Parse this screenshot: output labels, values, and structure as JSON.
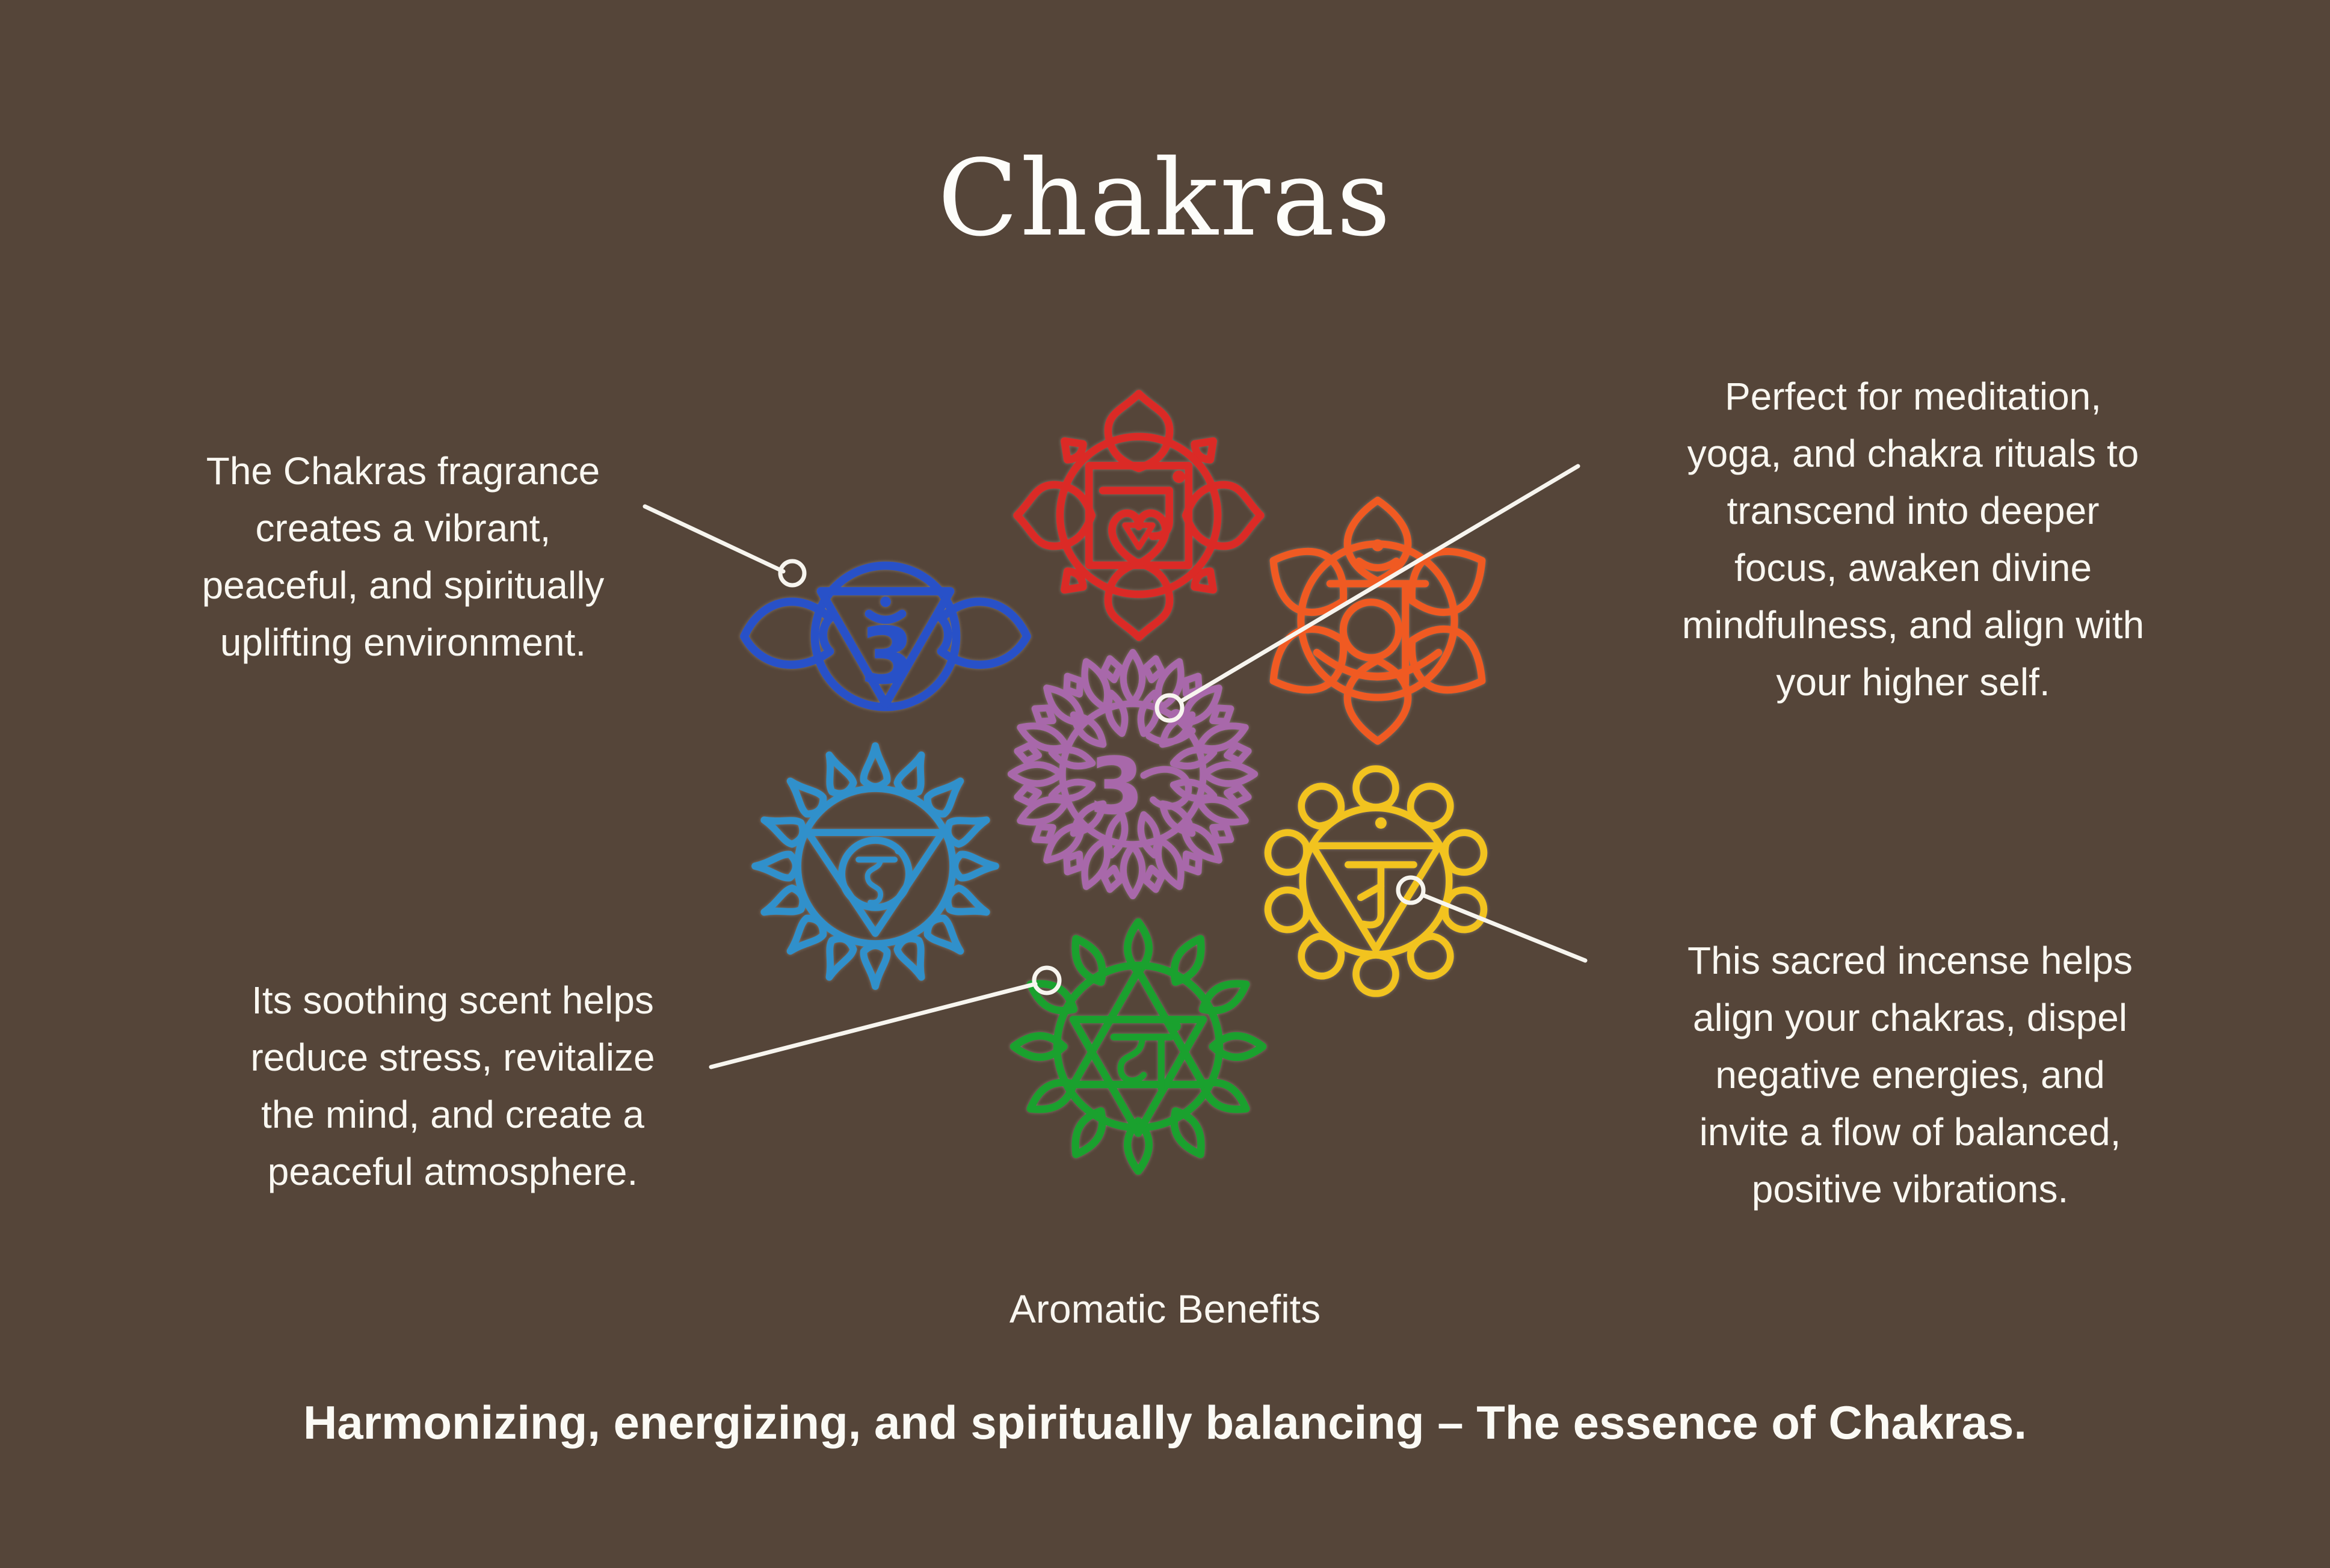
{
  "page": {
    "background_color": "#554539",
    "title": "Chakras",
    "section_label": "Aromatic Benefits",
    "tagline": "Harmonizing, energizing, and spiritually balancing – The essence of Chakras.",
    "text_color": "#f9f7f1"
  },
  "annotations": {
    "top_left": "The Chakras fragrance\ncreates a vibrant,\npeaceful, and spiritually\nuplifting environment.",
    "top_right": "Perfect for meditation,\nyoga, and chakra rituals to\ntranscend into deeper\nfocus, awaken divine\nmindfulness, and align with\nyour higher self.",
    "bottom_left": "Its soothing scent helps\nreduce stress, revitalize\nthe mind, and create a\npeaceful atmosphere.",
    "bottom_right": "This sacred incense helps\nalign your chakras, dispel\nnegative energies, and\ninvite a flow of balanced,\npositive vibrations."
  },
  "chakras": [
    {
      "name": "root-chakra",
      "syllable": "lam",
      "color": "#db2a26"
    },
    {
      "name": "sacral-chakra",
      "syllable": "vam",
      "color": "#f05a22"
    },
    {
      "name": "third-eye-chakra",
      "syllable": "om",
      "color": "#2851c8"
    },
    {
      "name": "crown-chakra",
      "syllable": "om",
      "color": "#a868aa"
    },
    {
      "name": "throat-chakra",
      "syllable": "ham",
      "color": "#3090cb"
    },
    {
      "name": "solar-plexus-chakra",
      "syllable": "ram",
      "color": "#f2c31f"
    },
    {
      "name": "heart-chakra",
      "syllable": "yam",
      "color": "#1aa12e"
    }
  ],
  "connector": {
    "color": "#f7f5ef"
  }
}
